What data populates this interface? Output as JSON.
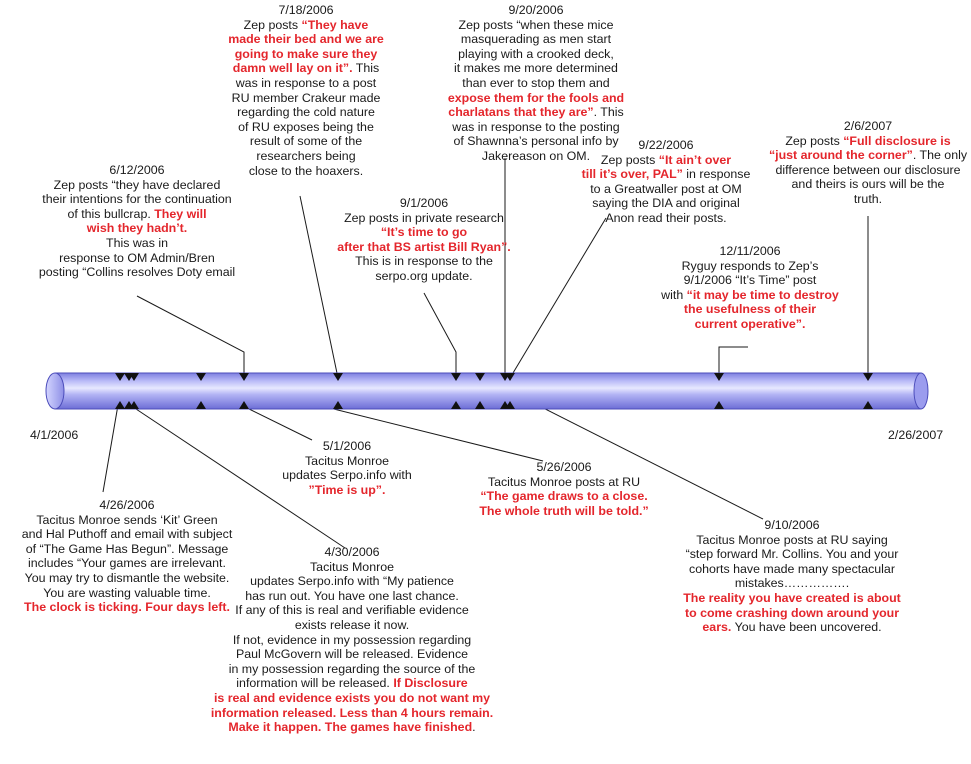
{
  "timeline": {
    "start_label": "4/1/2006",
    "end_label": "2/26/2007",
    "colors": {
      "highlight": "#e4262c",
      "tube": "#a7a8f4",
      "text": "#1a1a1a"
    }
  },
  "events": [
    {
      "id": "e0612",
      "date": "6/12/2006",
      "lines": [
        [
          {
            "t": "Zep posts “they have declared"
          }
        ],
        [
          {
            "t": "their intentions for the continuation"
          }
        ],
        [
          {
            "t": "of this bullcrap.  "
          },
          {
            "t": "They will",
            "hl": true
          }
        ],
        [
          {
            "t": "wish they hadn’t.",
            "hl": true
          }
        ],
        [
          {
            "t": "This was in"
          }
        ],
        [
          {
            "t": "response to OM Admin/Bren"
          }
        ],
        [
          {
            "t": "posting “Collins resolves Doty email"
          }
        ]
      ]
    },
    {
      "id": "e0718",
      "date": "7/18/2006",
      "lines": [
        [
          {
            "t": "Zep posts "
          },
          {
            "t": "“They have",
            "hl": true
          }
        ],
        [
          {
            "t": "made their bed and we are",
            "hl": true
          }
        ],
        [
          {
            "t": "going to make sure they",
            "hl": true
          }
        ],
        [
          {
            "t": "damn well lay on it”.",
            "hl": true
          },
          {
            "t": "  This"
          }
        ],
        [
          {
            "t": "was in response to a post"
          }
        ],
        [
          {
            "t": "RU member Crakeur made"
          }
        ],
        [
          {
            "t": "regarding the cold nature"
          }
        ],
        [
          {
            "t": "of RU exposes being the"
          }
        ],
        [
          {
            "t": "result of some of the"
          }
        ],
        [
          {
            "t": "researchers being"
          }
        ],
        [
          {
            "t": "close to the hoaxers."
          }
        ]
      ]
    },
    {
      "id": "e0901",
      "date": "9/1/2006",
      "lines": [
        [
          {
            "t": "Zep posts in private research"
          }
        ],
        [
          {
            "t": "“It’s time to go",
            "hl": true
          }
        ],
        [
          {
            "t": "after that BS artist Bill Ryan”.",
            "hl": true
          }
        ],
        [
          {
            "t": "This is in response to the"
          }
        ],
        [
          {
            "t": "serpo.org update."
          }
        ]
      ]
    },
    {
      "id": "e0920",
      "date": "9/20/2006",
      "lines": [
        [
          {
            "t": "Zep posts “when these mice"
          }
        ],
        [
          {
            "t": "masquerading as men start"
          }
        ],
        [
          {
            "t": "playing with a crooked deck,"
          }
        ],
        [
          {
            "t": "it makes me more determined"
          }
        ],
        [
          {
            "t": "than ever to stop them and"
          }
        ],
        [
          {
            "t": "expose them for the fools and",
            "hl": true
          }
        ],
        [
          {
            "t": "charlatans that they are”",
            "hl": true
          },
          {
            "t": ". This"
          }
        ],
        [
          {
            "t": "was in response to the posting"
          }
        ],
        [
          {
            "t": "of Shawnna’s personal info by"
          }
        ],
        [
          {
            "t": "Jakereason on OM."
          }
        ]
      ]
    },
    {
      "id": "e0922",
      "date": "9/22/2006",
      "lines": [
        [
          {
            "t": "Zep posts "
          },
          {
            "t": "“It ain’t over",
            "hl": true
          }
        ],
        [
          {
            "t": "till it’s over, PAL”",
            "hl": true
          },
          {
            "t": " in response"
          }
        ],
        [
          {
            "t": "to a Greatwaller post at OM"
          }
        ],
        [
          {
            "t": "saying the DIA and original"
          }
        ],
        [
          {
            "t": "Anon read their posts."
          }
        ]
      ]
    },
    {
      "id": "e0206",
      "date": "2/6/2007",
      "lines": [
        [
          {
            "t": "Zep posts "
          },
          {
            "t": "“Full disclosure is",
            "hl": true
          }
        ],
        [
          {
            "t": "“just around the corner”",
            "hl": true
          },
          {
            "t": ".  The only"
          }
        ],
        [
          {
            "t": "difference between our disclosure"
          }
        ],
        [
          {
            "t": "and theirs is ours will be the"
          }
        ],
        [
          {
            "t": "truth."
          }
        ]
      ]
    },
    {
      "id": "e1211",
      "date": "12/11/2006",
      "lines": [
        [
          {
            "t": "Ryguy responds to Zep’s"
          }
        ],
        [
          {
            "t": "9/1/2006 “It’s Time” post"
          }
        ],
        [
          {
            "t": "with "
          },
          {
            "t": "“it may be time to destroy",
            "hl": true
          }
        ],
        [
          {
            "t": "the usefulness of their",
            "hl": true
          }
        ],
        [
          {
            "t": "current operative”.",
            "hl": true
          }
        ]
      ]
    },
    {
      "id": "e0501",
      "date": "5/1/2006",
      "lines": [
        [
          {
            "t": "Tacitus Monroe"
          }
        ],
        [
          {
            "t": "updates Serpo.info with"
          }
        ],
        [
          {
            "t": "”Time is up”.",
            "hl": true
          }
        ]
      ]
    },
    {
      "id": "e0526",
      "date": "5/26/2006",
      "lines": [
        [
          {
            "t": "Tacitus Monroe posts at RU"
          }
        ],
        [
          {
            "t": "“The game draws to a close.",
            "hl": true
          }
        ],
        [
          {
            "t": "The whole truth will be told.”",
            "hl": true
          }
        ]
      ]
    },
    {
      "id": "e0426",
      "date": "4/26/2006",
      "lines": [
        [
          {
            "t": "Tacitus Monroe sends ‘Kit’ Green"
          }
        ],
        [
          {
            "t": "and Hal Puthoff and email with subject"
          }
        ],
        [
          {
            "t": "of “The Game Has Begun”.  Message"
          }
        ],
        [
          {
            "t": "includes “Your games are irrelevant."
          }
        ],
        [
          {
            "t": "You may try to dismantle the website."
          }
        ],
        [
          {
            "t": "You are wasting valuable time."
          }
        ],
        [
          {
            "t": "The clock is ticking.  Four days left.",
            "hl": true
          }
        ]
      ]
    },
    {
      "id": "e0430",
      "date": "4/30/2006",
      "lines": [
        [
          {
            "t": "Tacitus Monroe"
          }
        ],
        [
          {
            "t": "updates Serpo.info with “My patience"
          }
        ],
        [
          {
            "t": "has run out. You have one last chance."
          }
        ],
        [
          {
            "t": "If any of this is real and verifiable evidence"
          }
        ],
        [
          {
            "t": "exists release it now."
          }
        ],
        [
          {
            "t": "If not, evidence in my possession regarding"
          }
        ],
        [
          {
            "t": "Paul McGovern will be released.  Evidence"
          }
        ],
        [
          {
            "t": "in my possession regarding the source of the"
          }
        ],
        [
          {
            "t": "information will be released.  "
          },
          {
            "t": "If Disclosure",
            "hl": true
          }
        ],
        [
          {
            "t": "is real and evidence exists you do not want my",
            "hl": true
          }
        ],
        [
          {
            "t": "information released.  Less than 4 hours remain.",
            "hl": true
          }
        ],
        [
          {
            "t": "Make it happen.  The games have finished",
            "hl": true
          },
          {
            "t": "."
          }
        ]
      ]
    },
    {
      "id": "e0910",
      "date": "9/10/2006",
      "lines": [
        [
          {
            "t": "Tacitus Monroe posts at RU saying"
          }
        ],
        [
          {
            "t": "“step forward Mr. Collins.  You and your"
          }
        ],
        [
          {
            "t": "cohorts have made many spectacular"
          }
        ],
        [
          {
            "t": "mistakes……………."
          }
        ],
        [
          {
            "t": "The reality you have created is about",
            "hl": true
          }
        ],
        [
          {
            "t": "to come crashing down around your",
            "hl": true
          }
        ],
        [
          {
            "t": "ears.",
            "hl": true
          },
          {
            "t": "  You have been uncovered."
          }
        ]
      ]
    }
  ]
}
